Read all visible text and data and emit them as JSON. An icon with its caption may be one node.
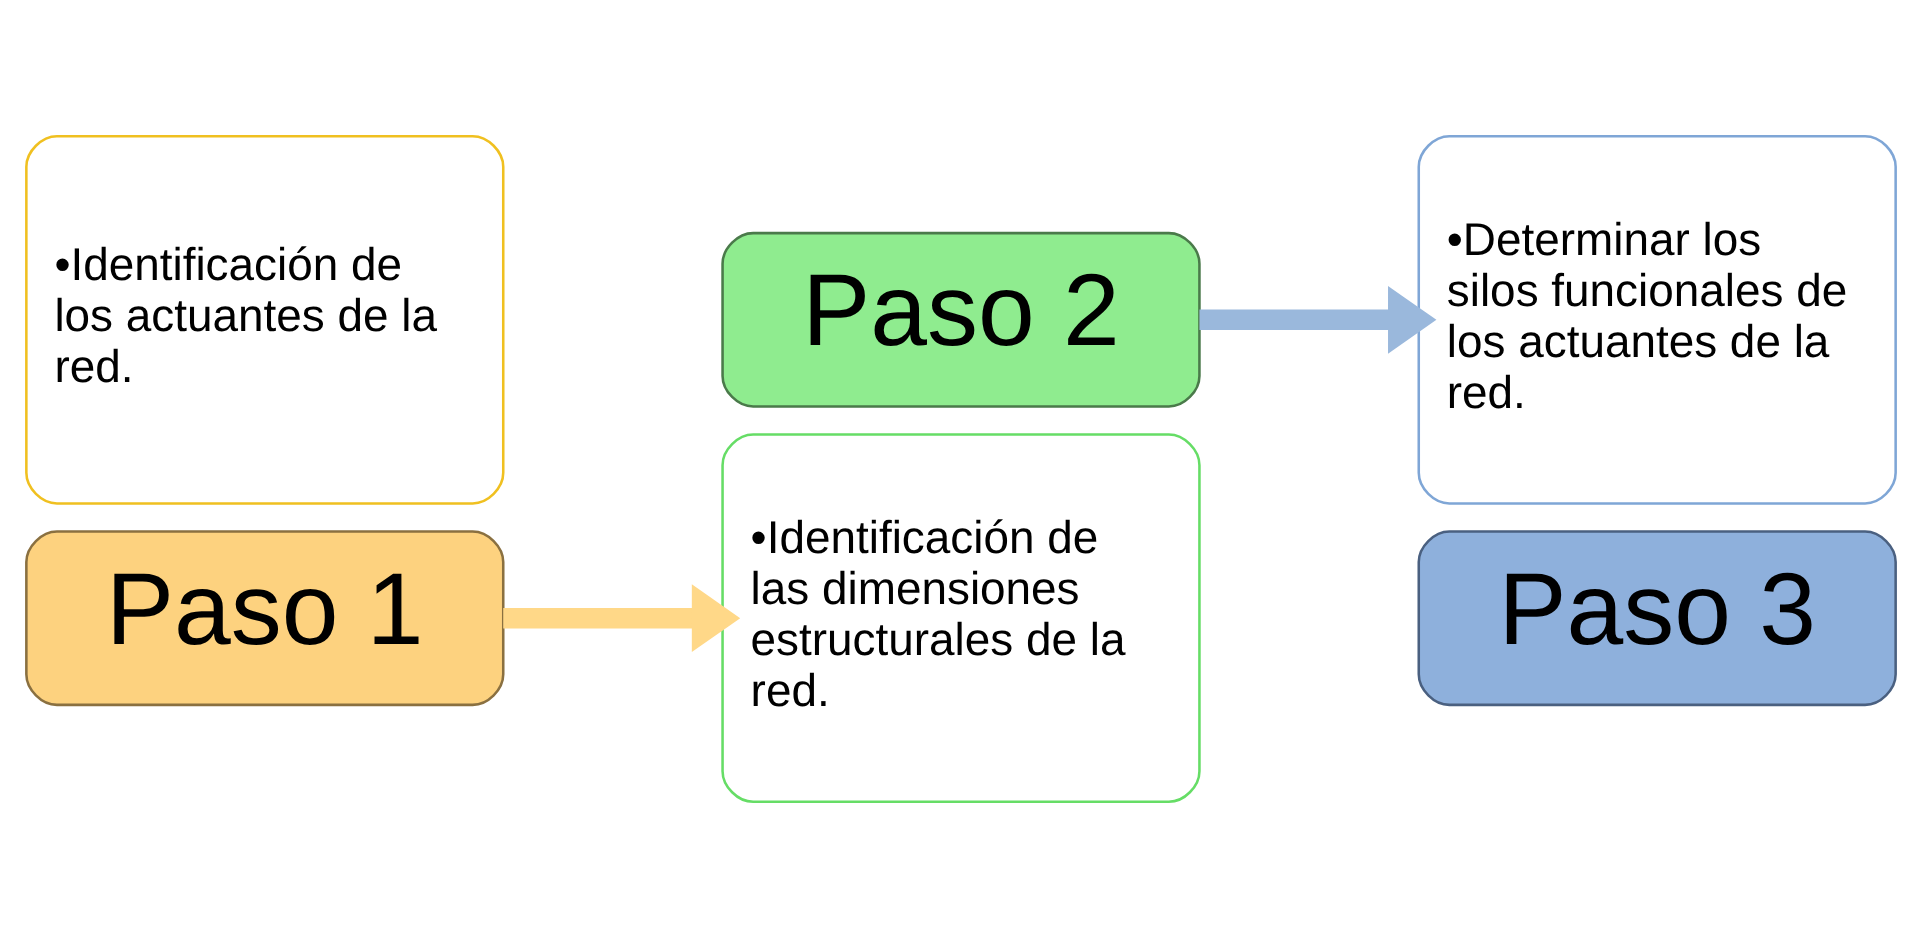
{
  "diagram": {
    "nodes": [
      {
        "text": [
          "•Identificación de los actuantes de la red."
        ]
      },
      {
        "text": [
          "Paso 1"
        ]
      },
      {
        "text": [
          "Paso 2"
        ]
      },
      {
        "text": [
          "•Identificación de las dimensiones estructurales de la red."
        ]
      },
      {
        "text": [
          "•Determinar los silos funcionales de los actuantes de la red."
        ]
      },
      {
        "text": [
          "Paso 3"
        ]
      }
    ],
    "edges": [
      {
        "from": 1,
        "to": 3,
        "arrow": "to",
        "color": "#ffd888"
      },
      {
        "from": 2,
        "to": 4,
        "arrow": "to",
        "color": "#9ab8dc"
      }
    ]
  }
}
